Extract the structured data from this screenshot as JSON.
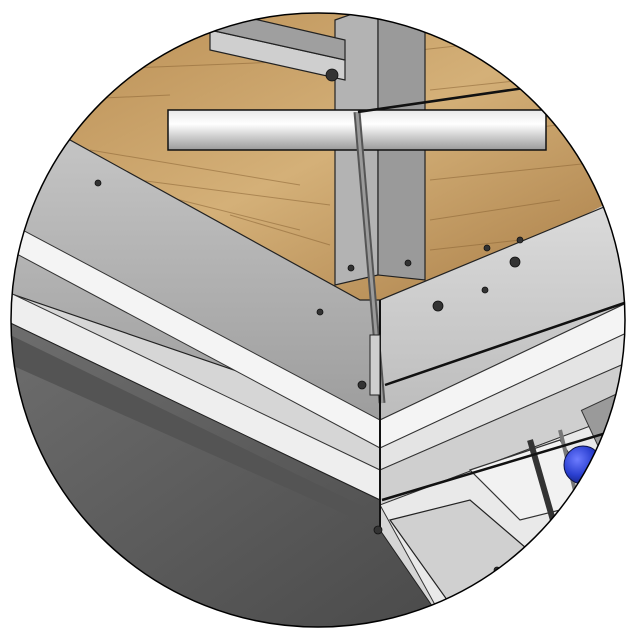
{
  "figure": {
    "kind": "cad-detail-view",
    "crop_shape": "circle",
    "colors": {
      "background": "#ffffff",
      "wood_light": "#c9a56e",
      "wood_dark": "#9c7444",
      "wood_grain": "#7a5a33",
      "panel_light": "#d9d9d9",
      "panel_mid": "#bdbdbd",
      "panel_dark": "#8a8a8a",
      "hull_dark": "#5f5f5f",
      "hull_shadow": "#4a4a4a",
      "edge_white": "#f2f2f2",
      "outline": "#111111",
      "knob_blue": "#2a3fd0"
    },
    "parts": [
      "wooden-deck",
      "horizontal-crossbar",
      "vertical-angle-bracket",
      "diagonal-tension-rod",
      "tension-cables",
      "side-panel",
      "hull-body",
      "blue-knob",
      "bolts"
    ]
  }
}
